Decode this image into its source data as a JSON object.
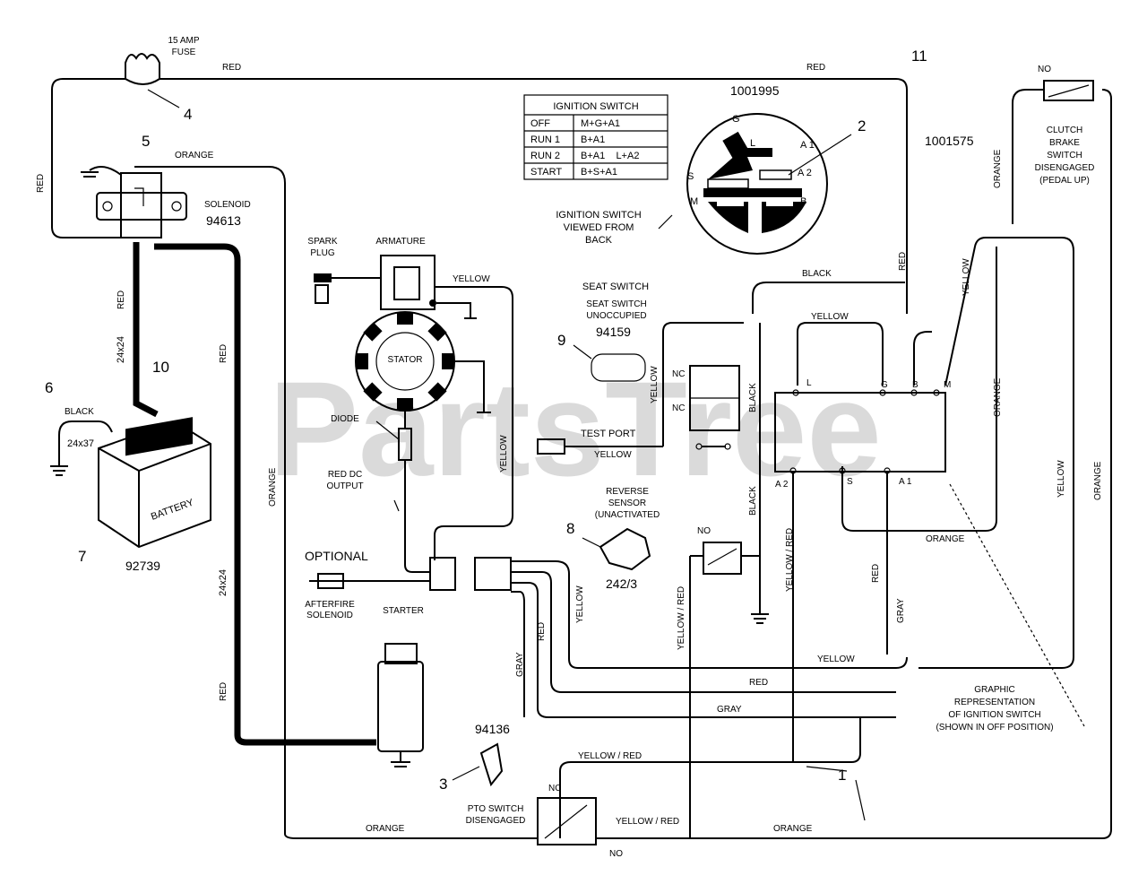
{
  "watermark": "PartsTree",
  "callouts": [
    "1",
    "2",
    "3",
    "4",
    "5",
    "6",
    "7",
    "8",
    "9",
    "10",
    "11"
  ],
  "fuse": {
    "label_line1": "15 AMP",
    "label_line2": "FUSE",
    "callout": "4"
  },
  "solenoid": {
    "label": "SOLENOID",
    "part": "94613",
    "callout": "5"
  },
  "battery": {
    "label": "BATTERY",
    "part": "92739",
    "callout": "7",
    "cable_size": "24x37",
    "cable_color": "BLACK",
    "cable_callout": "6"
  },
  "battery_cable": {
    "size": "24x24",
    "color": "RED",
    "callout": "10"
  },
  "ignition_switch": {
    "part": "1001995",
    "callout": "2",
    "view_note_line1": "IGNITION SWITCH",
    "view_note_line2": "VIEWED FROM",
    "view_note_line3": "BACK",
    "terminals": [
      "G",
      "L",
      "A 1",
      "S",
      "A 2",
      "M",
      "B"
    ],
    "table_title": "IGNITION SWITCH",
    "table_rows": [
      {
        "pos": "OFF",
        "circuit": "M+G+A1"
      },
      {
        "pos": "RUN 1",
        "circuit": "B+A1"
      },
      {
        "pos": "RUN 2",
        "circuit": "B+A1    L+A2"
      },
      {
        "pos": "START",
        "circuit": "B+S+A1"
      }
    ]
  },
  "graphic_switch": {
    "terminals_top": [
      "L",
      "G",
      "B",
      "M"
    ],
    "terminals_bottom": [
      "A 2",
      "S",
      "A 1"
    ],
    "note": [
      "GRAPHIC",
      "REPRESENTATION",
      "OF IGNITION SWITCH",
      "(SHOWN IN OFF POSITION)"
    ]
  },
  "clutch_switch": {
    "state": "NO",
    "label": [
      "CLUTCH",
      "BRAKE",
      "SWITCH",
      "DISENGAGED",
      "(PEDAL UP)"
    ],
    "part": "1001575",
    "callout": "11"
  },
  "seat_switch": {
    "title": "SEAT SWITCH",
    "sub1": "SEAT SWITCH",
    "sub2": "UNOCCUPIED",
    "part": "94159",
    "callout": "9",
    "nc1": "NC",
    "nc2": "NC"
  },
  "test_port": "TEST PORT",
  "reverse_sensor": {
    "label": [
      "REVERSE",
      "SENSOR",
      "(UNACTIVATED"
    ],
    "part": "242/3",
    "callout": "8",
    "state": "NO"
  },
  "engine": {
    "spark_plug": [
      "SPARK",
      "PLUG"
    ],
    "armature": "ARMATURE",
    "stator": "STATOR",
    "diode": "DIODE",
    "red_dc_output": [
      "RED DC",
      "OUTPUT"
    ]
  },
  "optional": "OPTIONAL",
  "afterfire": [
    "AFTERFIRE",
    "SOLENOID"
  ],
  "starter": "STARTER",
  "pto_switch": {
    "part": "94136",
    "callout": "3",
    "label": [
      "PTO SWITCH",
      "DISENGAGED"
    ],
    "nc": "NC",
    "no": "NO"
  },
  "wire_labels": {
    "red": "RED",
    "orange": "ORANGE",
    "yellow": "YELLOW",
    "black": "BLACK",
    "gray": "GRAY",
    "yellow_red": "YELLOW / RED",
    "cable_24x24": "24x24"
  },
  "harness_callout": "1"
}
